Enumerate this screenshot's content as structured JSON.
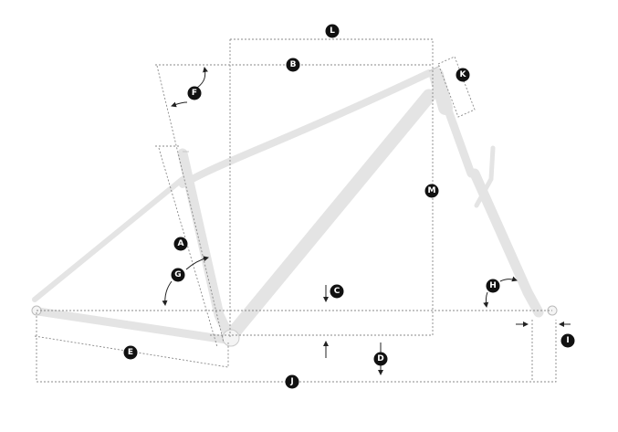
{
  "diagram": {
    "title": "Bike frame geometry",
    "labels": {
      "A": "A",
      "B": "B",
      "C": "C",
      "D": "D",
      "E": "E",
      "F": "F",
      "G": "G",
      "H": "H",
      "I": "I",
      "J": "J",
      "K": "K",
      "L": "L",
      "M": "M"
    },
    "colors": {
      "frame": "#e4e4e4",
      "dimension_line": "#888888",
      "label_bg": "#111111"
    }
  }
}
